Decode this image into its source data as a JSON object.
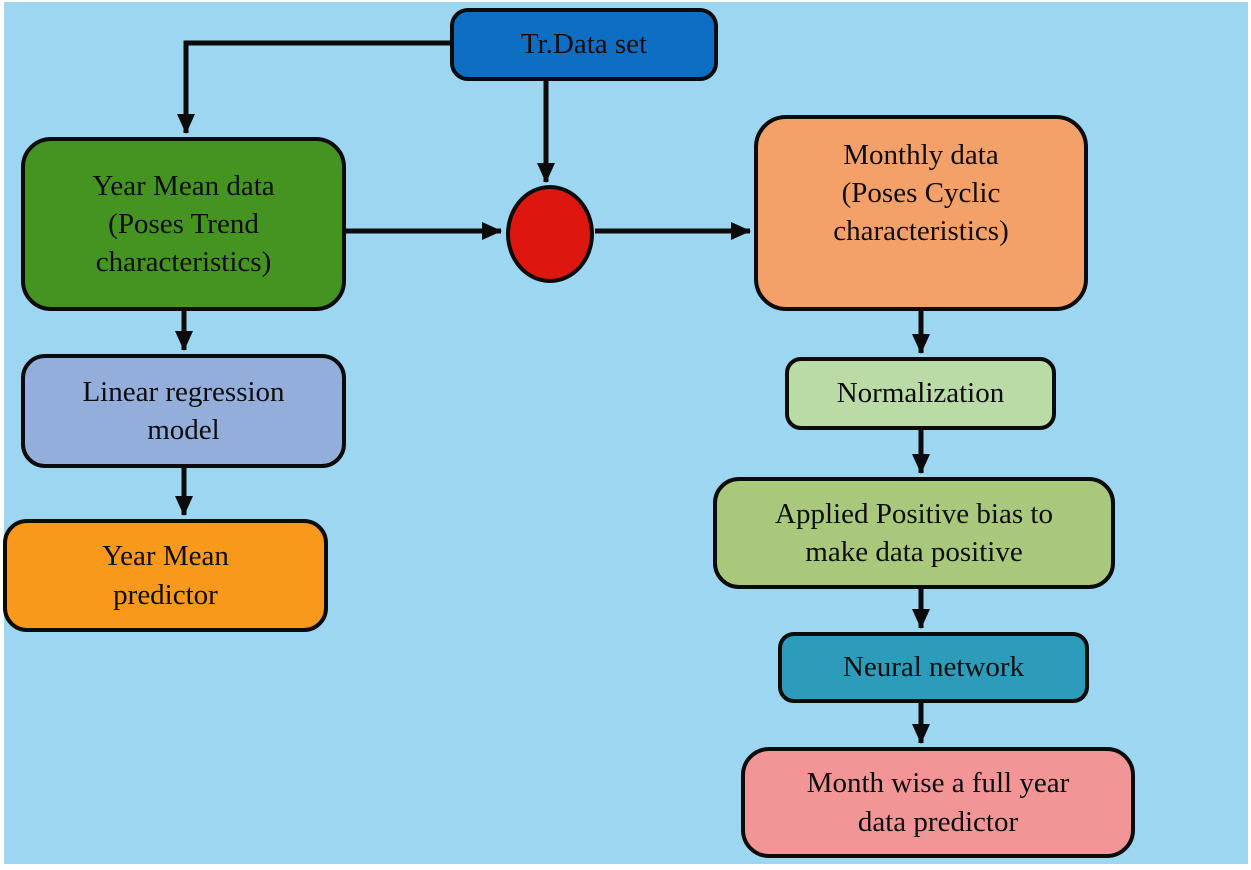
{
  "figure": {
    "type": "flowchart",
    "background_color": "#9dd6f1",
    "nodes": {
      "tr_data_set": {
        "label": "Tr.Data set",
        "fill": "#0d6ec4"
      },
      "year_mean_data": {
        "label": "Year Mean data\n(Poses Trend\ncharacteristics)",
        "fill": "#459421"
      },
      "junction": {
        "label": "",
        "fill": "#dd1610",
        "shape": "ellipse"
      },
      "monthly_data": {
        "label": "Monthly data\n(Poses Cyclic\ncharacteristics)",
        "fill": "#f4a169"
      },
      "linear_regression": {
        "label": "Linear regression\nmodel",
        "fill": "#93aeda"
      },
      "year_mean_predictor": {
        "label": "Year Mean\npredictor",
        "fill": "#f9991c"
      },
      "normalization": {
        "label": "Normalization",
        "fill": "#badaa6"
      },
      "positive_bias": {
        "label": "Applied Positive bias to\nmake data positive",
        "fill": "#a9c87c"
      },
      "neural_network": {
        "label": "Neural network",
        "fill": "#2d9cba"
      },
      "month_predictor": {
        "label": "Month wise a full year\ndata predictor",
        "fill": "#f29596"
      }
    },
    "edges": [
      {
        "from": "tr_data_set",
        "to": "year_mean_data"
      },
      {
        "from": "tr_data_set",
        "to": "junction"
      },
      {
        "from": "year_mean_data",
        "to": "junction"
      },
      {
        "from": "junction",
        "to": "monthly_data"
      },
      {
        "from": "year_mean_data",
        "to": "linear_regression"
      },
      {
        "from": "linear_regression",
        "to": "year_mean_predictor"
      },
      {
        "from": "monthly_data",
        "to": "normalization"
      },
      {
        "from": "normalization",
        "to": "positive_bias"
      },
      {
        "from": "positive_bias",
        "to": "neural_network"
      },
      {
        "from": "neural_network",
        "to": "month_predictor"
      }
    ]
  }
}
